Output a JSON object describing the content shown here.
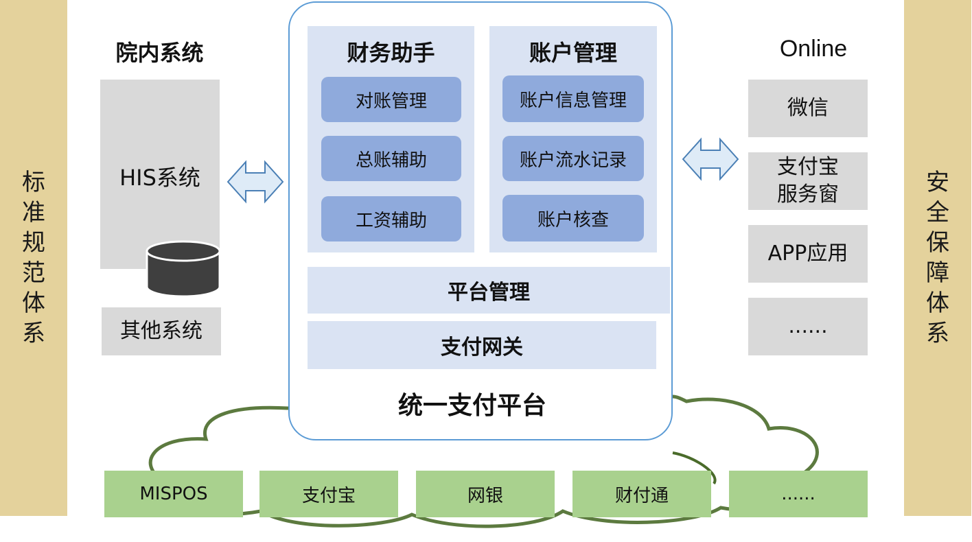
{
  "left_bar": {
    "label": "标准规范体系",
    "color": "#e4d29c"
  },
  "right_bar": {
    "label": "安全保障体系",
    "color": "#e4d29c"
  },
  "hospital": {
    "heading": "院内系统",
    "his_label": "HIS系统",
    "other_label": "其他系统",
    "database_icon": "database-icon"
  },
  "platform": {
    "title": "统一支付平台",
    "finance": {
      "heading": "财务助手",
      "items": [
        "对账管理",
        "总账辅助",
        "工资辅助"
      ]
    },
    "account": {
      "heading": "账户管理",
      "items": [
        "账户信息管理",
        "账户流水记录",
        "账户核查"
      ]
    },
    "platform_mgmt": "平台管理",
    "gateway": "支付网关",
    "colors": {
      "panel": "#dae3f3",
      "item": "#8faadc",
      "border": "#5b9bd5"
    }
  },
  "online": {
    "heading": "Online",
    "items": [
      "微信",
      "支付宝\n服务窗",
      "APP应用",
      "......"
    ]
  },
  "channels": {
    "items": [
      "MISPOS",
      "支付宝",
      "网银",
      "财付通",
      "......"
    ],
    "color": "#a9d18e"
  },
  "arrows": {
    "left": "double-arrow-icon",
    "right": "double-arrow-icon"
  }
}
